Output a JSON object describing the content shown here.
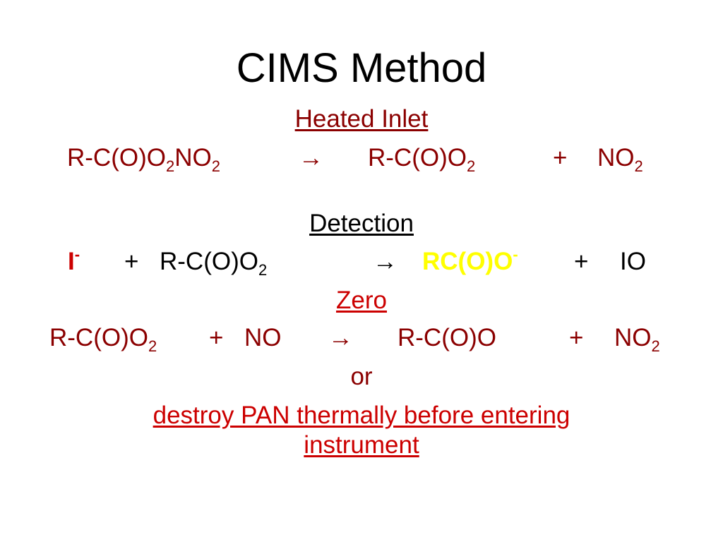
{
  "slide": {
    "title": "CIMS Method"
  },
  "heated_inlet": {
    "heading": "Heated Inlet",
    "reactant": "R-C(O)O",
    "reactant_sub1": "2",
    "reactant_mid": "NO",
    "reactant_sub2": "2",
    "arrow": "→",
    "product1": "R-C(O)O",
    "product1_sub": "2",
    "plus": "+",
    "product2": "NO",
    "product2_sub": "2"
  },
  "detection": {
    "heading": "Detection",
    "ion": "I",
    "ion_sup": "-",
    "plus1": "+",
    "reactant": "R-C(O)O",
    "reactant_sub": "2",
    "arrow": "→",
    "product": "RC(O)O",
    "product_sup": "-",
    "plus2": "+",
    "byproduct": "IO"
  },
  "zero": {
    "heading": "Zero",
    "reactant1": "R-C(O)O",
    "reactant1_sub": "2",
    "plus1": "+",
    "reactant2": "NO",
    "arrow": "→",
    "product1": "R-C(O)O",
    "plus2": "+",
    "product2": "NO",
    "product2_sub": "2",
    "or": "or",
    "alt_line1": "destroy PAN thermally before entering",
    "alt_line2": "instrument"
  },
  "colors": {
    "red": "#cc0000",
    "dark_red": "#8b0000",
    "yellow": "#ffff00",
    "black": "#000000"
  }
}
